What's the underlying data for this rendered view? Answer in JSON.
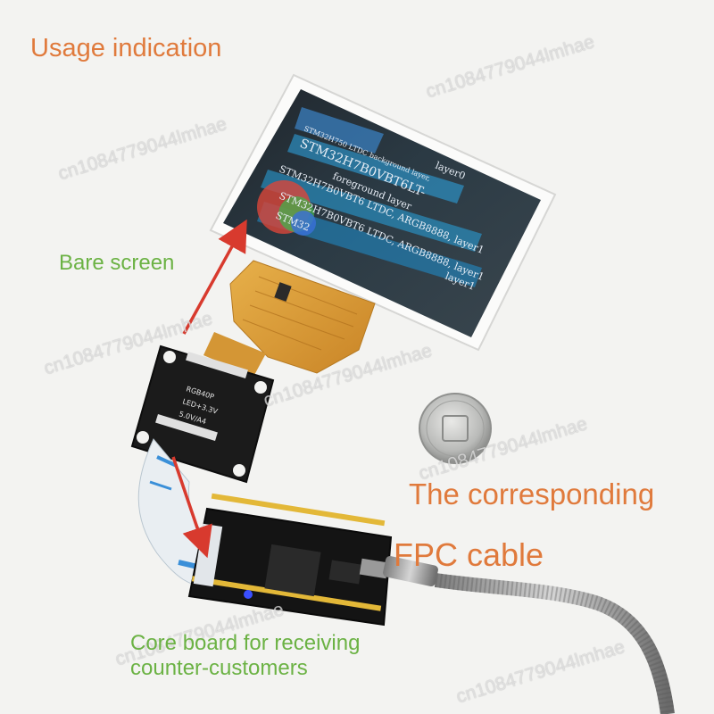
{
  "labels": {
    "usage": "Usage indication",
    "bare_screen": "Bare screen",
    "corresponding": "The corresponding",
    "fpc_cable": "FPC cable",
    "core_board_line1": "Core board for receiving",
    "core_board_line2": "counter-customers"
  },
  "watermark": "cn1084779044lmhae",
  "screen": {
    "line1": "STM32H750 LTDC background layer,",
    "line2": "STM32H7B0VBT6LT-",
    "line3": "layer0",
    "line4": "foreground layer",
    "line5": "STM32H7B0VBT6 LTDC, ARGB8888, layer1",
    "line6": "STM32H7B0VBT6 LTDC, ARGB8888, layer1",
    "line7": "layer1",
    "line8": "STM32"
  },
  "board_silkscreen": {
    "adapter_line1": "RGB40P",
    "adapter_line2": "LED+3.3V",
    "adapter_line3": "5.0V/A4"
  },
  "colors": {
    "orange_text": "#e07a3c",
    "green_text": "#6bb244",
    "arrow_red": "#d83a2e",
    "fpc_amber": "#d99a3a",
    "pcb_black": "#1b1b1b"
  }
}
